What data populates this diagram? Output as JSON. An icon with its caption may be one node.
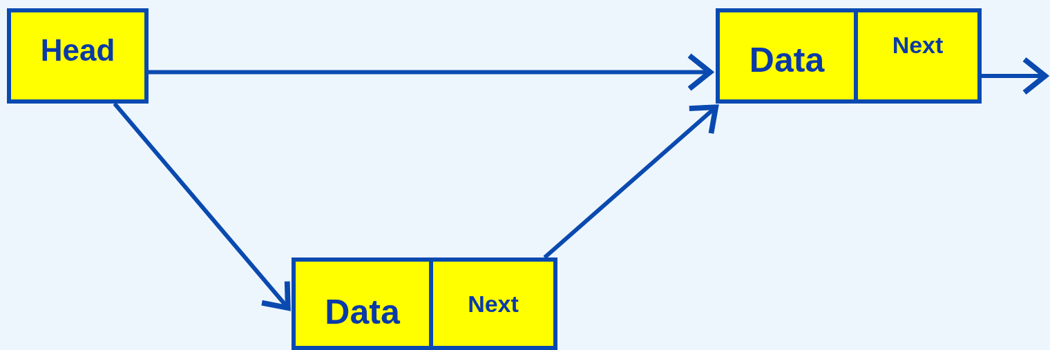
{
  "diagram": {
    "nodes": [
      {
        "text": [
          "Head"
        ]
      },
      {
        "text": [
          "Data"
        ]
      },
      {
        "text": [
          "Next"
        ]
      },
      {
        "text": [
          "Data"
        ]
      },
      {
        "text": [
          "Next"
        ]
      }
    ],
    "edges": [
      {
        "from": 0,
        "to": 1,
        "arrow": "to"
      },
      {
        "from": 0,
        "to": 3,
        "arrow": "to"
      },
      {
        "from": 4,
        "to": 1,
        "arrow": "to"
      },
      {
        "from": 2,
        "to": null,
        "arrow": "to"
      }
    ]
  }
}
